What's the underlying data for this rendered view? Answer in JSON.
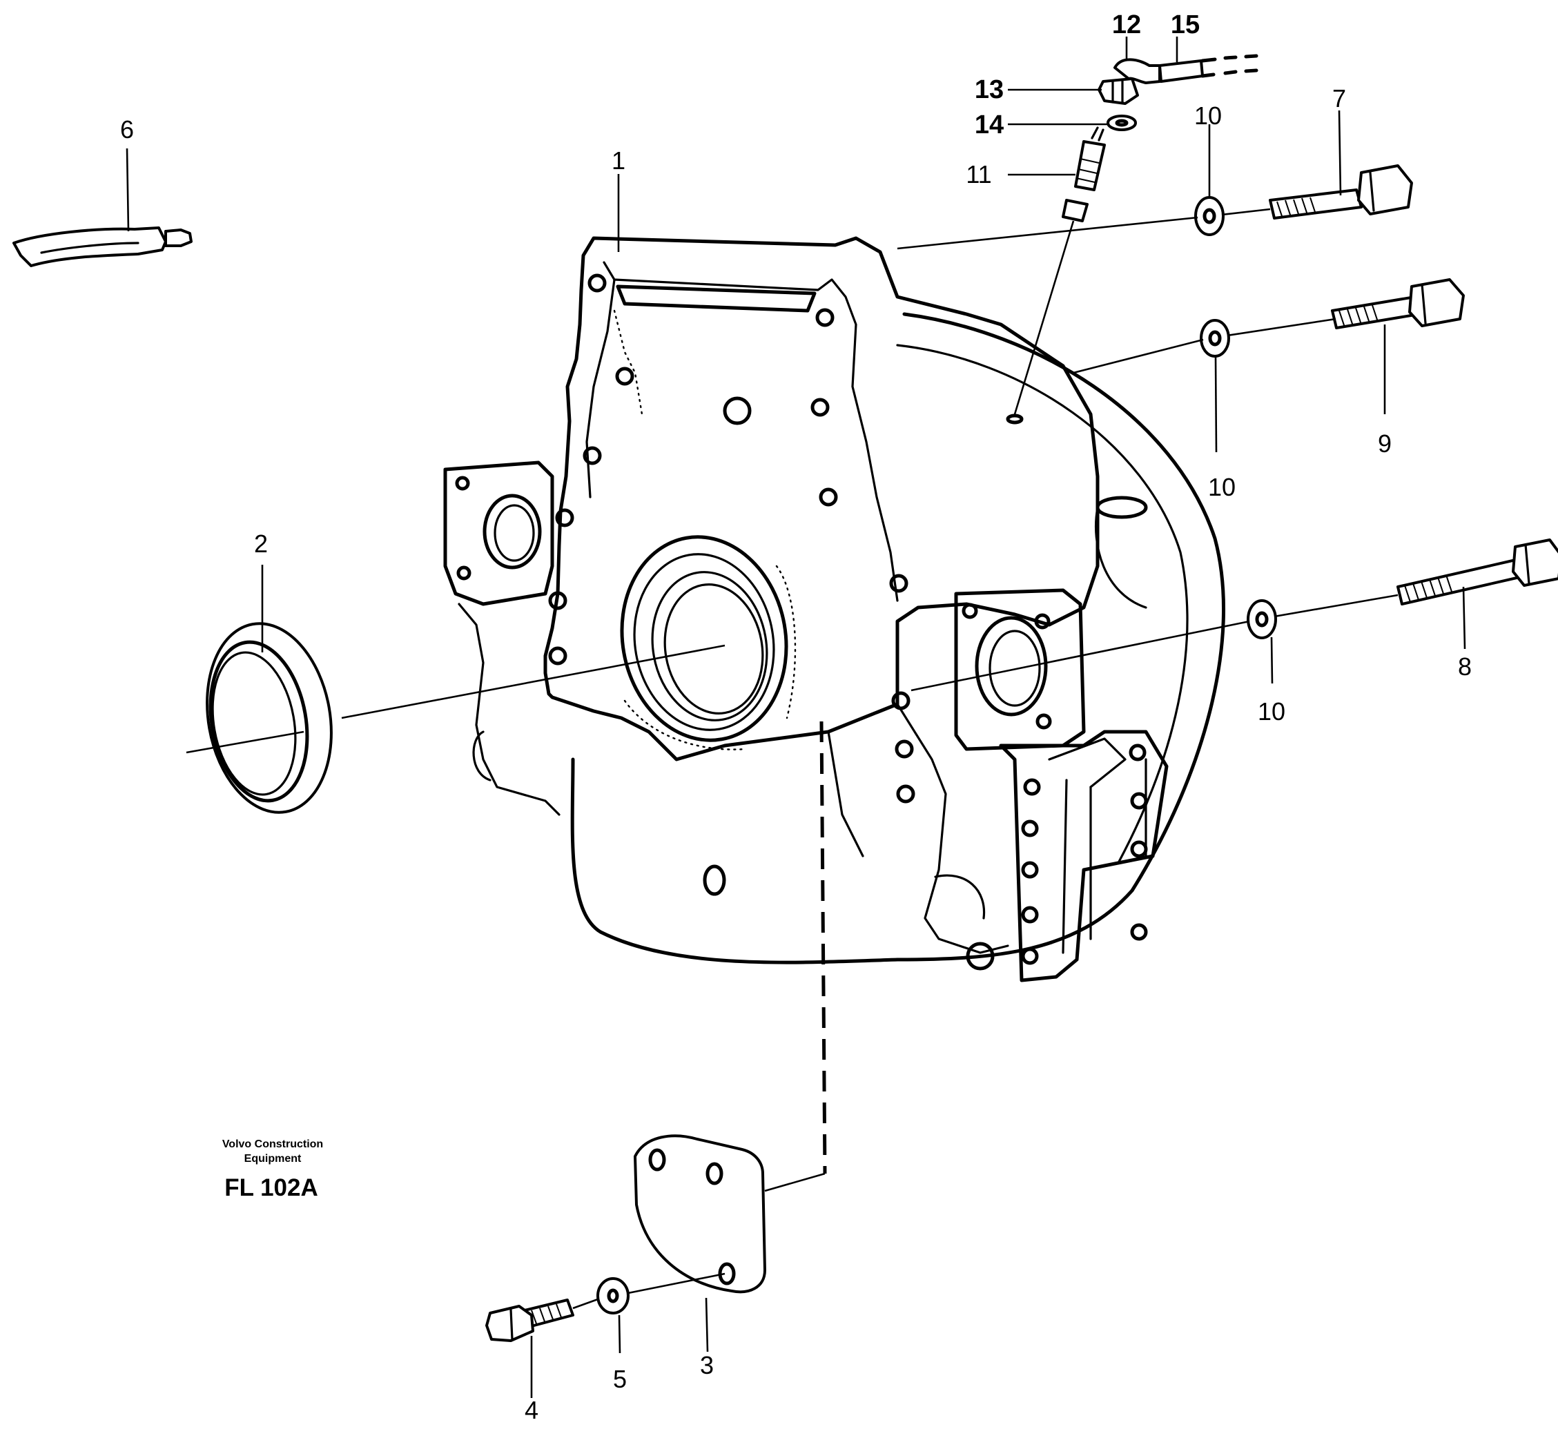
{
  "drawing": {
    "publisher_line1": "Volvo Construction",
    "publisher_line2": "Equipment",
    "figure_code": "FL 102A"
  },
  "callouts": {
    "c1": "1",
    "c2": "2",
    "c3": "3",
    "c4": "4",
    "c5": "5",
    "c6": "6",
    "c7": "7",
    "c8": "8",
    "c9": "9",
    "c10a": "10",
    "c10b": "10",
    "c10c": "10",
    "c11": "11",
    "c12": "12",
    "c13": "13",
    "c14": "14",
    "c15": "15"
  }
}
